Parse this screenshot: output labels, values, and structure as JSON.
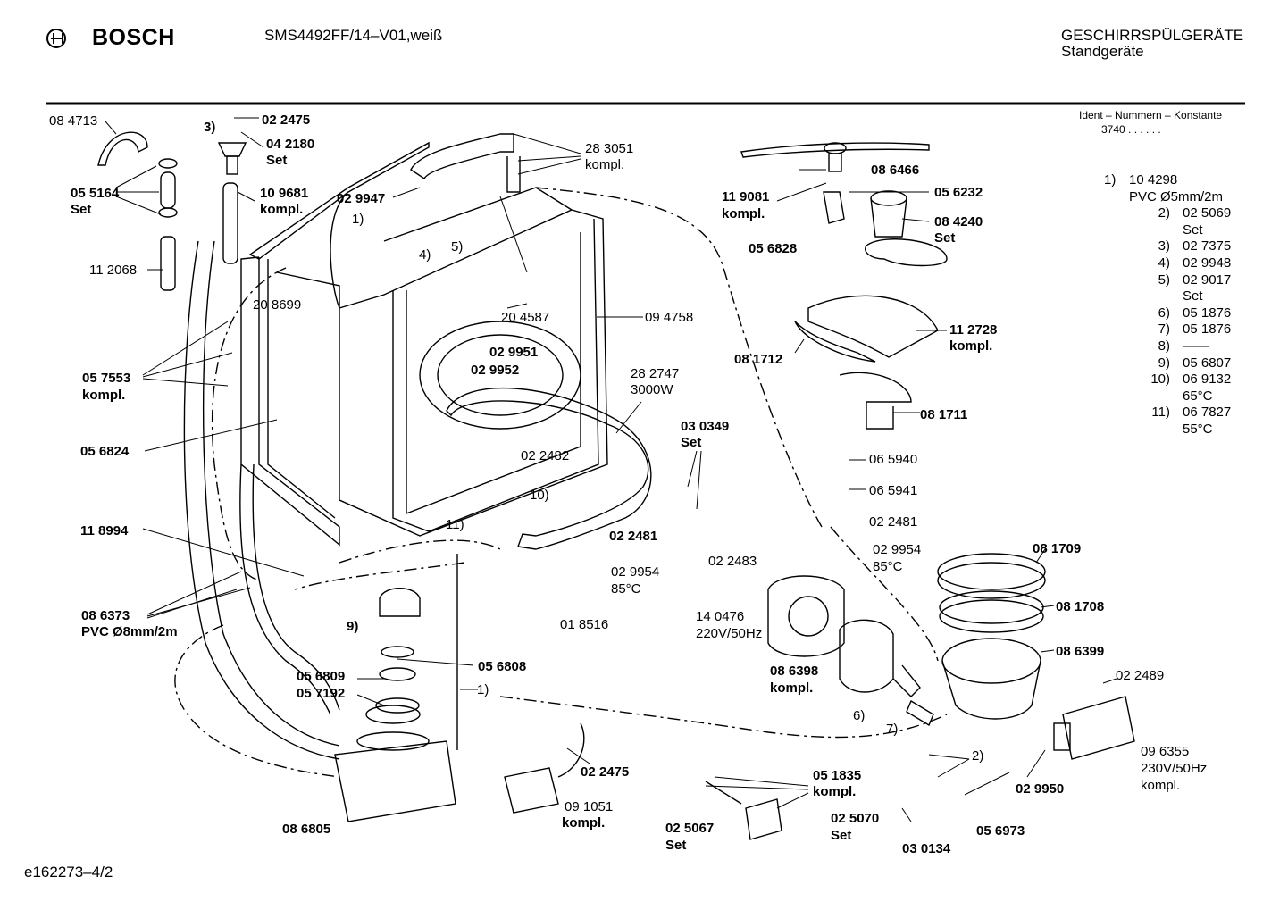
{
  "header": {
    "brand": "BOSCH",
    "model": "SMS4492FF/14–V01,weiß",
    "category": "GESCHIRRSPÜLGERÄTE",
    "subcategory": "Standgeräte"
  },
  "ident": {
    "title": "Ident – Nummern – Konstante",
    "value": "3740 . . . . . ."
  },
  "legend": [
    {
      "num": "1)",
      "text": "10 4298"
    },
    {
      "num": "",
      "text": "PVC  Ø5mm/2m"
    },
    {
      "num": "2)",
      "text": "02 5069"
    },
    {
      "num": "",
      "text": "Set"
    },
    {
      "num": "3)",
      "text": "02 7375"
    },
    {
      "num": "4)",
      "text": "02 9948"
    },
    {
      "num": "5)",
      "text": "02 9017"
    },
    {
      "num": "",
      "text": "Set"
    },
    {
      "num": "6)",
      "text": "05 1876"
    },
    {
      "num": "7)",
      "text": "05 1876"
    },
    {
      "num": "8)",
      "text": "——"
    },
    {
      "num": "9)",
      "text": "05 6807"
    },
    {
      "num": "10)",
      "text": "06 9132"
    },
    {
      "num": "",
      "text": "65°C"
    },
    {
      "num": "11)",
      "text": "06 7827"
    },
    {
      "num": "",
      "text": "55°C"
    }
  ],
  "labels": {
    "l084713": "08 4713",
    "l022475a": "02 2475",
    "l3": "3)",
    "l042180": "04 2180",
    "lSet1": "Set",
    "l055164": "05 5164",
    "lSet2": "Set",
    "l109681": "10 9681",
    "lkompl1": "kompl.",
    "l029947": "02 9947",
    "l283051": "28 3051",
    "lkompl2": "kompl.",
    "l1a": "1)",
    "l4": "4)",
    "l5": "5)",
    "l112068": "11 2068",
    "l208699": "20 8699",
    "l204587": "20 4587",
    "l094758": "09 4758",
    "l029951": "02 9951",
    "l029952": "02 9952",
    "l057553": "05 7553",
    "lkompl3": "kompl.",
    "l282747": "28 2747",
    "l3000w": "3000W",
    "l056824": "05 6824",
    "l022482": "02 2482",
    "l10": "10)",
    "l11": "11)",
    "l118994": "11 8994",
    "l022481a": "02 2481",
    "l029954a": "02 9954",
    "l85a": "85°C",
    "l018516": "01 8516",
    "l086373": "08 6373",
    "lpvc8": "PVC Ø8mm/2m",
    "l9": "9)",
    "l056809": "05 6809",
    "l056808": "05 6808",
    "l057192": "05 7192",
    "l1b": "1)",
    "l022475b": "02 2475",
    "l091051": "09 1051",
    "lkompl4": "kompl.",
    "l086805": "08 6805",
    "l051835": "05 1835",
    "lkompl5": "kompl.",
    "l025067": "02 5067",
    "lSet3": "Set",
    "l025070": "02 5070",
    "lSet4": "Set",
    "l030134": "03 0134",
    "l086466": "08 6466",
    "l119081": "11 9081",
    "lkompl6": "kompl.",
    "l056232": "05 6232",
    "l084240": "08 4240",
    "lSet5": "Set",
    "l056828": "05 6828",
    "l112728": "11 2728",
    "lkompl7": "kompl.",
    "l081712": "08 1712",
    "l081711": "08 1711",
    "l030349": "03 0349",
    "lSet6": "Set",
    "l065940": "06 5940",
    "l065941": "06 5941",
    "l022481b": "02 2481",
    "l029954b": "02 9954",
    "l85b": "85°C",
    "l081709": "08 1709",
    "l081708": "08 1708",
    "l022483": "02 2483",
    "l140476": "14 0476",
    "l220v": "220V/50Hz",
    "l086399": "08 6399",
    "l086398": "08 6398",
    "lkompl8": "kompl.",
    "l6": "6)",
    "l7": "7)",
    "l022489": "02 2489",
    "l2": "2)",
    "l029950": "02 9950",
    "l096355": "09 6355",
    "l230v": "230V/50Hz",
    "lkompl9": "kompl.",
    "l056973": "05 6973"
  },
  "footer": {
    "code": "e162273–4/2"
  }
}
